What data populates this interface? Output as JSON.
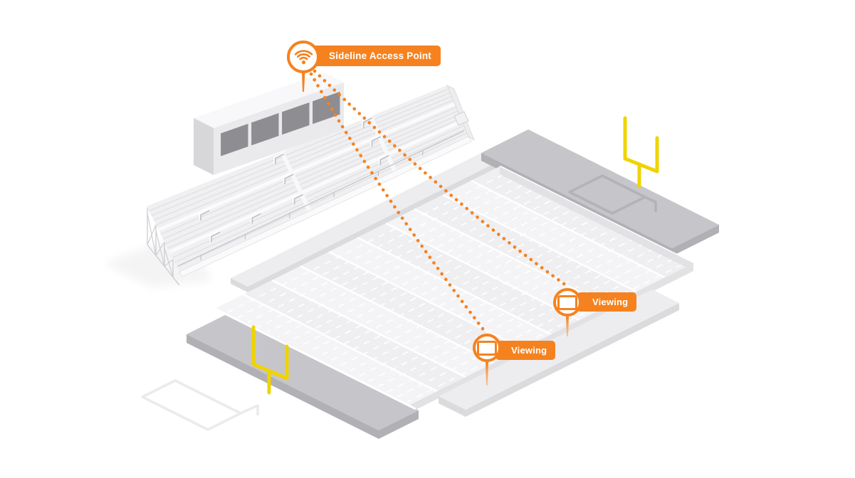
{
  "callouts": {
    "access_point": {
      "label": "Sideline Access Point",
      "icon": "wifi-icon"
    },
    "viewing_near": {
      "label": "Viewing",
      "icon": "tablet-icon"
    },
    "viewing_far": {
      "label": "Viewing",
      "icon": "tablet-icon"
    }
  },
  "colors": {
    "accent_orange": "#F5821F",
    "stem_fade": "#F8C79B",
    "goalpost_yellow": "#EFD400",
    "endzone_gray": "#C6C6CA",
    "endzone_gray_side": "#B1B1B5",
    "field_base": "#F4F4F6",
    "field_band": "#EFEFF2",
    "field_side": "#E2E2E5",
    "line_white": "#FFFFFF",
    "slab_light": "#EDEDEF",
    "slab_side": "#DBDBDE",
    "bleacher_face": "#F0F0F2",
    "bleacher_row": "#E1E1E4",
    "pressbox_front": "#EAEAEC",
    "pressbox_side": "#D7D7DA",
    "pressbox_top": "#F8F8FA",
    "pressbox_window": "#8D8D92",
    "railing_gray": "#C2C2C7",
    "truss_gray": "#CFCFD3",
    "ground_outline_light": "#EBEBED",
    "ground_outline_dark": "#B3B3B7",
    "shadow_soft": "#F4F4F5"
  }
}
